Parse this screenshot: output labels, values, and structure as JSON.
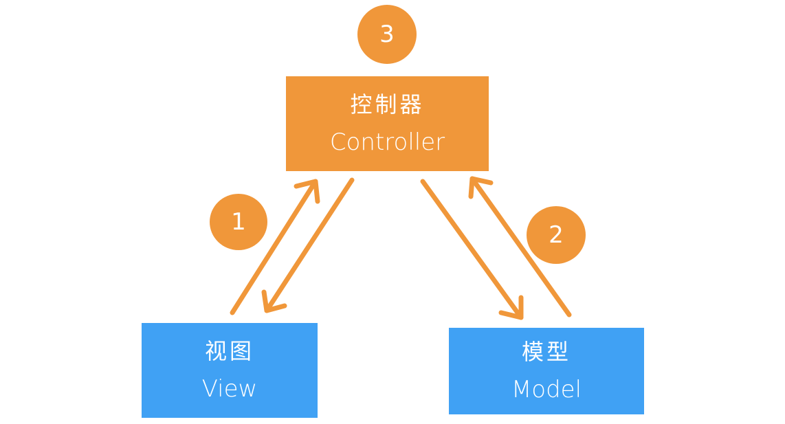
{
  "controller": {
    "title_zh": "控制器",
    "title_en": "Controller"
  },
  "view": {
    "title_zh": "视图",
    "title_en": "View"
  },
  "model": {
    "title_zh": "模型",
    "title_en": "Model"
  },
  "badges": {
    "one": "1",
    "two": "2",
    "three": "3"
  },
  "colors": {
    "orange": "#f0973a",
    "blue": "#40a1f4",
    "text": "#ffffff"
  }
}
